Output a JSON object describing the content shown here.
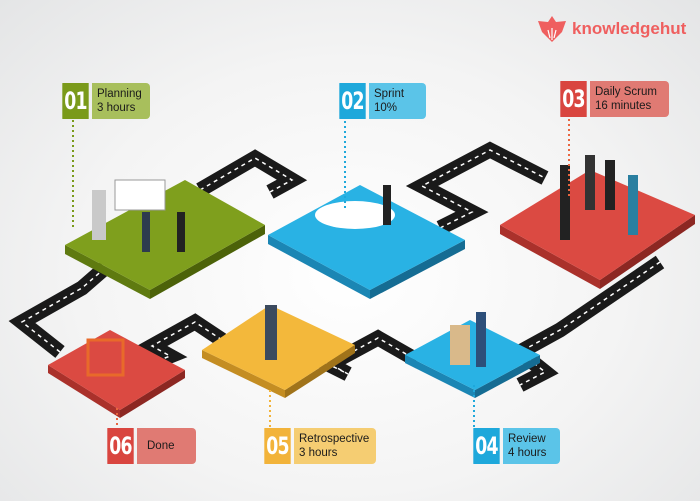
{
  "brand": {
    "name": "knowledgehut",
    "color": "#ef5f5f"
  },
  "steps": [
    {
      "num": "01",
      "title": "Planning",
      "detail": "3 hours",
      "dark": "#7a9a1a",
      "light": "#a8bf5c",
      "tile": "#7f9f1d"
    },
    {
      "num": "02",
      "title": "Sprint",
      "detail": "10%",
      "dark": "#1ea8db",
      "light": "#5bc4e8",
      "tile": "#29b2e4"
    },
    {
      "num": "03",
      "title": "Daily Scrum",
      "detail": "16 minutes",
      "dark": "#d9453f",
      "light": "#e07a73",
      "tile": "#db4a42"
    },
    {
      "num": "04",
      "title": "Review",
      "detail": "4 hours",
      "dark": "#1ea8db",
      "light": "#5bc4e8",
      "tile": "#29b2e4"
    },
    {
      "num": "05",
      "title": "Retrospective",
      "detail": "3 hours",
      "dark": "#f2b33a",
      "light": "#f5cd72",
      "tile": "#f3b83b"
    },
    {
      "num": "06",
      "title": "Done",
      "detail": "",
      "dark": "#d9453f",
      "light": "#e07a73",
      "tile": "#db4a42"
    }
  ]
}
